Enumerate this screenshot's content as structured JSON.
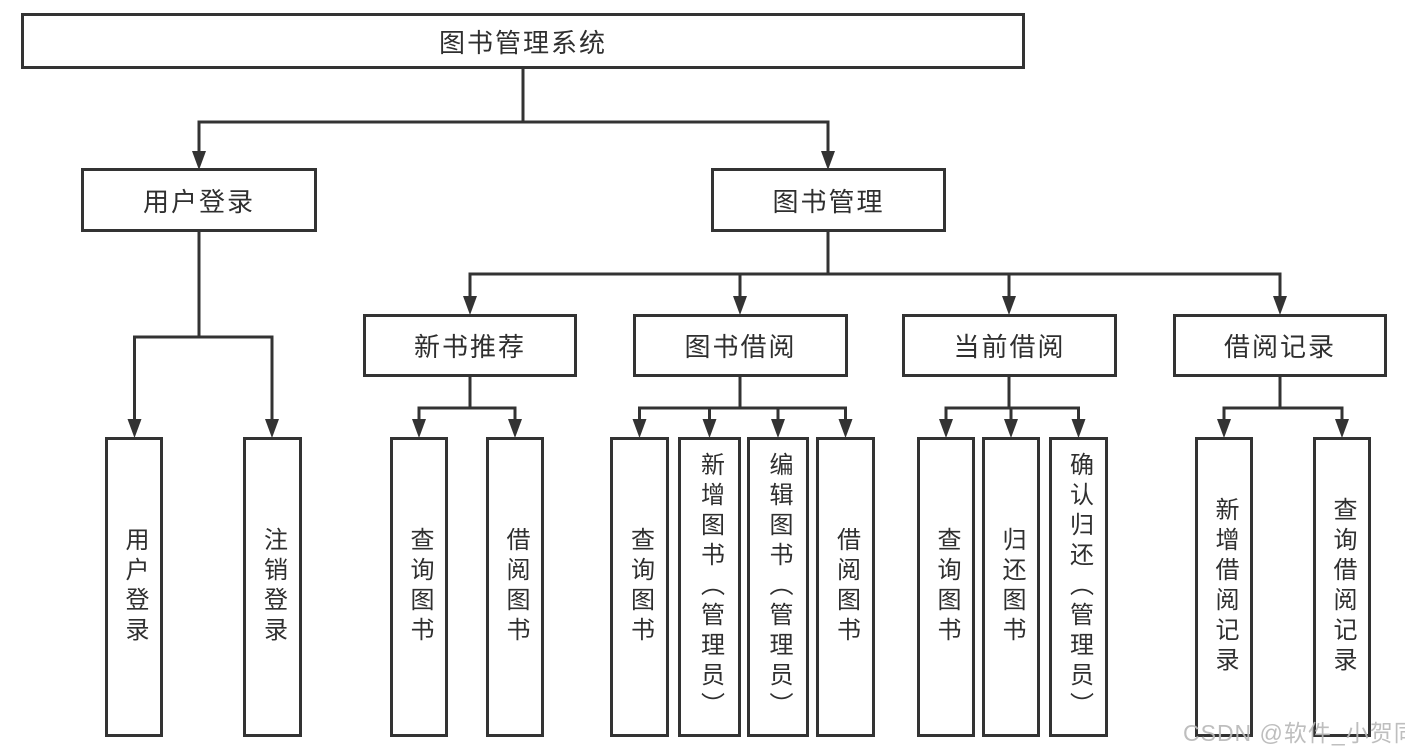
{
  "diagram": {
    "root": "图书管理系统",
    "user_login": {
      "label": "用户登录",
      "children": [
        "用户登录",
        "注销登录"
      ]
    },
    "book_mgmt": {
      "label": "图书管理",
      "groups": [
        {
          "label": "新书推荐",
          "children": [
            "查询图书",
            "借阅图书"
          ]
        },
        {
          "label": "图书借阅",
          "children": [
            "查询图书",
            "新增图书（管理员）",
            "编辑图书（管理员）",
            "借阅图书"
          ]
        },
        {
          "label": "当前借阅",
          "children": [
            "查询图书",
            "归还图书",
            "确认归还（管理员）"
          ]
        },
        {
          "label": "借阅记录",
          "children": [
            "新增借阅记录",
            "查询借阅记录"
          ]
        }
      ]
    }
  },
  "watermark": "CSDN @软件_小贺同学",
  "colors": {
    "line": "#333333",
    "text": "#2f2f2f",
    "background": "#ffffff",
    "watermark": "#b9b9b9"
  }
}
